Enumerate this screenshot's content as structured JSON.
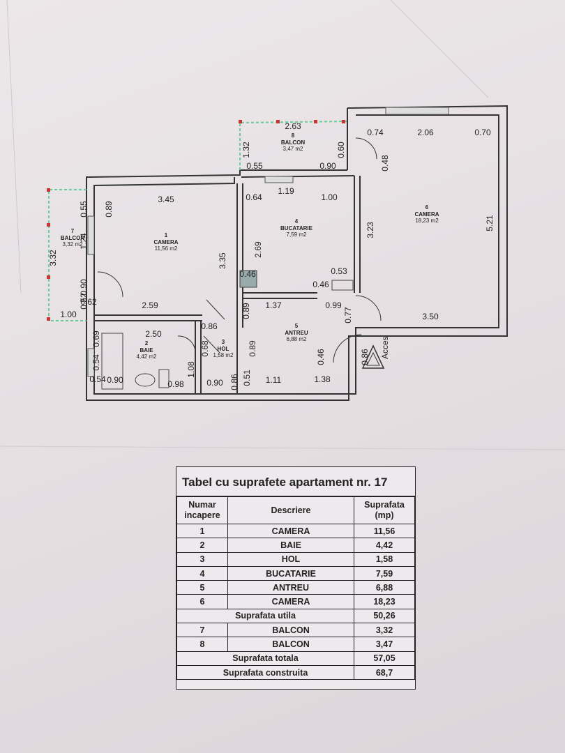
{
  "plan": {
    "rooms": [
      {
        "num": "1",
        "name": "CAMERA",
        "area": "11,56 m2"
      },
      {
        "num": "2",
        "name": "BAIE",
        "area": "4,42 m2"
      },
      {
        "num": "3",
        "name": "HOL",
        "area": "1,58 m2"
      },
      {
        "num": "4",
        "name": "BUCATARIE",
        "area": "7,59 m2"
      },
      {
        "num": "5",
        "name": "ANTREU",
        "area": "6,88 m2"
      },
      {
        "num": "6",
        "name": "CAMERA",
        "area": "18,23 m2"
      },
      {
        "num": "7",
        "name": "BALCON",
        "area": "3,32 m2"
      },
      {
        "num": "8",
        "name": "BALCON",
        "area": "3,47 m2"
      }
    ],
    "dims": [
      "2.63",
      "1.32",
      "0.60",
      "0.55",
      "0.90",
      "0.74",
      "2.06",
      "0.70",
      "0.48",
      "5.21",
      "3.23",
      "0.55",
      "0.89",
      "3.45",
      "0.64",
      "1.19",
      "1.00",
      "3.32",
      "1.24",
      "2.69",
      "3.35",
      "0.46",
      "0.53",
      "0.46",
      "0.90",
      "0.62",
      "2.59",
      "0.89",
      "1.37",
      "0.99",
      "0.77",
      "3.50",
      "1.00",
      "0.52",
      "0.86",
      "0.69",
      "2.50",
      "0.68",
      "0.89",
      "0.46",
      "0.86",
      "0.54",
      "1.08",
      "0.54",
      "0.90",
      "0.98",
      "0.90",
      "0.86",
      "0.51",
      "1.11",
      "1.38"
    ],
    "access_label": "Acces"
  },
  "table": {
    "title": "Tabel cu suprafete apartament nr. 17",
    "headers": {
      "num": "Numar incapere",
      "desc": "Descriere",
      "area": "Suprafata (mp)"
    },
    "rows": [
      {
        "num": "1",
        "desc": "CAMERA",
        "area": "11,56"
      },
      {
        "num": "2",
        "desc": "BAIE",
        "area": "4,42"
      },
      {
        "num": "3",
        "desc": "HOL",
        "area": "1,58"
      },
      {
        "num": "4",
        "desc": "BUCATARIE",
        "area": "7,59"
      },
      {
        "num": "5",
        "desc": "ANTREU",
        "area": "6,88"
      },
      {
        "num": "6",
        "desc": "CAMERA",
        "area": "18,23"
      }
    ],
    "useful": {
      "label": "Suprafata utila",
      "value": "50,26"
    },
    "balcony_rows": [
      {
        "num": "7",
        "desc": "BALCON",
        "area": "3,32"
      },
      {
        "num": "8",
        "desc": "BALCON",
        "area": "3,47"
      }
    ],
    "total": {
      "label": "Suprafata totala",
      "value": "57,05"
    },
    "built": {
      "label": "Suprafata construita",
      "value": "68,7"
    }
  }
}
